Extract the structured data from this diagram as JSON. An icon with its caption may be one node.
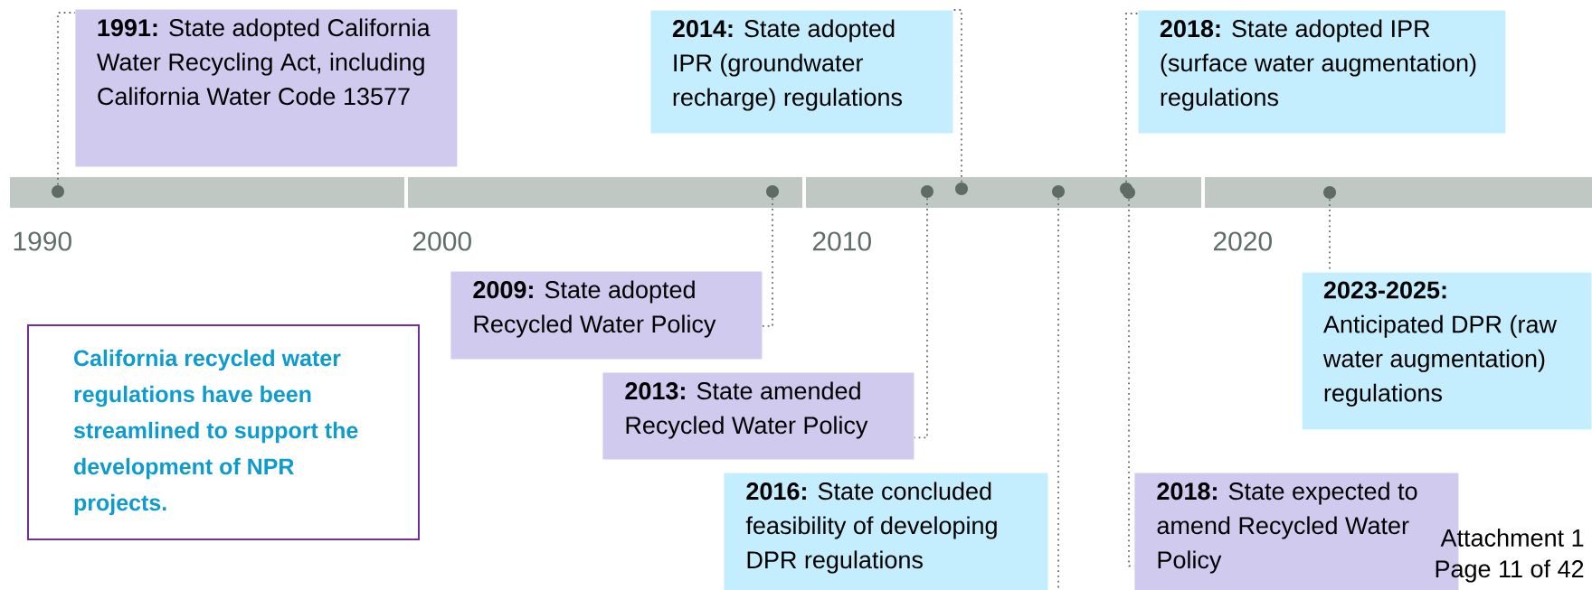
{
  "diagram": {
    "nodes": [
      {
        "text": [
          "**1991:** State adopted California Water Recycling Act, including California Water Code 13577"
        ]
      },
      {
        "text": [
          "**2014:** State adopted IPR (groundwater recharge) regulations"
        ]
      },
      {
        "text": [
          "**2018:** State adopted IPR (surface water augmentation) regulations"
        ]
      },
      {
        "text": [
          "**2009:** State adopted Recycled Water Policy"
        ]
      },
      {
        "text": [
          "**2013:** State amended Recycled Water Policy"
        ]
      },
      {
        "text": [
          "**2016:** State concluded feasibility of developing DPR regulations"
        ]
      },
      {
        "text": [
          "**2018:** State expected to amend Recycled Water Policy"
        ]
      },
      {
        "text": [
          "**2023-2025:** Anticipated DPR (raw water augmentation) regulations"
        ]
      },
      {
        "text": [
          "California recycled water regulations have been streamlined to support the development of NPR projects."
        ]
      },
      {
        "text": [],
        "shape": "circle"
      },
      {
        "text": [],
        "shape": "circle"
      },
      {
        "text": [],
        "shape": "circle"
      },
      {
        "text": [],
        "shape": "circle"
      },
      {
        "text": [],
        "shape": "circle"
      },
      {
        "text": [],
        "shape": "circle"
      },
      {
        "text": [],
        "shape": "circle"
      },
      {
        "text": [],
        "shape": "circle"
      }
    ],
    "edges": [
      {
        "from": 0,
        "to": 9,
        "arrow": "none"
      },
      {
        "from": 1,
        "to": 12,
        "arrow": "none"
      },
      {
        "from": 2,
        "to": 14,
        "arrow": "none"
      },
      {
        "from": 3,
        "to": 10,
        "arrow": "none"
      },
      {
        "from": 4,
        "to": 11,
        "arrow": "none"
      },
      {
        "from": 5,
        "to": 13,
        "arrow": "none"
      },
      {
        "from": 6,
        "to": 15,
        "arrow": "none"
      },
      {
        "from": 7,
        "to": 16,
        "arrow": "none"
      }
    ],
    "labels": [
      "1990",
      "2000",
      "2010",
      "2020",
      "Attachment 1",
      "Page 11 of 42"
    ]
  }
}
